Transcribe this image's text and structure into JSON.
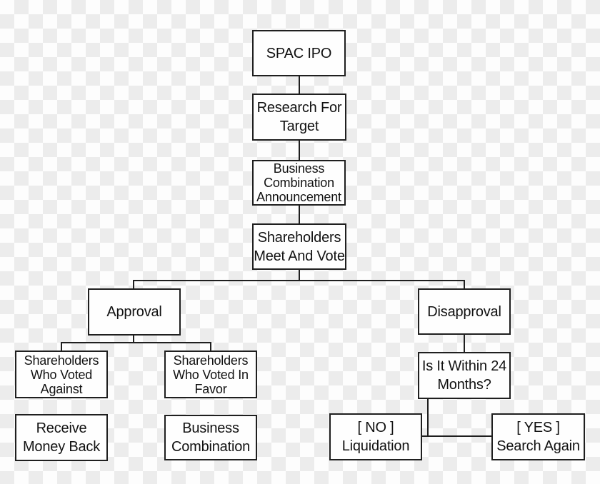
{
  "colors": {
    "box_fill": "#fefefe",
    "box_border": "#1f1f1f",
    "connector_line": "#1f1f1f",
    "text": "#121212",
    "checker_light": "#fdfdfd",
    "checker_dark": "#ececec"
  },
  "diagram": {
    "type": "flowchart",
    "nodes": {
      "spac_ipo": {
        "label": "SPAC IPO"
      },
      "research": {
        "label": "Research For\nTarget"
      },
      "announcement": {
        "label": "Business\nCombination\nAnnouncement"
      },
      "vote": {
        "label": "Shareholders\nMeet And Vote"
      },
      "approval": {
        "label": "Approval"
      },
      "disapproval": {
        "label": "Disapproval"
      },
      "voted_against": {
        "label": "Shareholders\nWho Voted\nAgainst"
      },
      "voted_favor": {
        "label": "Shareholders\nWho Voted In\nFavor"
      },
      "months": {
        "label": "Is It Within 24\nMonths?"
      },
      "receive": {
        "label": "Receive\nMoney Back"
      },
      "business_combination": {
        "label": "Business\nCombination"
      },
      "no_liquidation": {
        "label": "[ NO ]\nLiquidation"
      },
      "yes_search": {
        "label": "[ YES ]\nSearch Again"
      }
    },
    "edges": [
      {
        "from": "spac_ipo",
        "to": "research"
      },
      {
        "from": "research",
        "to": "announcement"
      },
      {
        "from": "announcement",
        "to": "vote"
      },
      {
        "from": "vote",
        "to": "approval"
      },
      {
        "from": "vote",
        "to": "disapproval"
      },
      {
        "from": "approval",
        "to": "voted_against"
      },
      {
        "from": "approval",
        "to": "voted_favor"
      },
      {
        "from": "disapproval",
        "to": "months"
      },
      {
        "from": "months",
        "to": "no_liquidation"
      },
      {
        "from": "months",
        "to": "yes_search"
      }
    ]
  }
}
